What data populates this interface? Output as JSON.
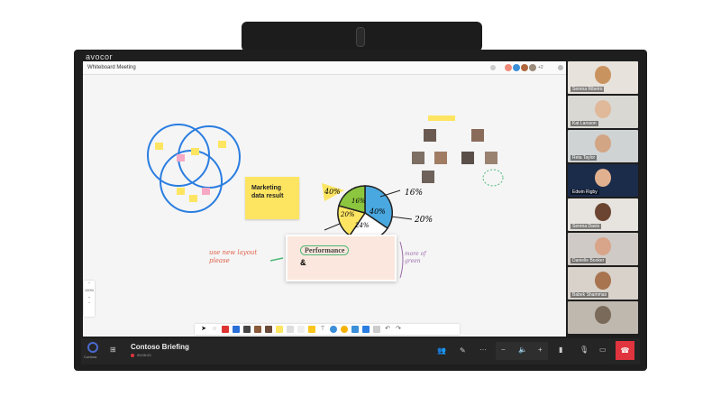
{
  "device": {
    "brand": "avocor"
  },
  "whiteboard": {
    "title": "Whiteboard Meeting",
    "extra_participants": "+2",
    "sticky_note": "Marketing data result",
    "pie_labels": [
      "40%",
      "16%",
      "20%",
      "24%",
      "40%"
    ],
    "outer_labels": [
      "16%",
      "20%"
    ],
    "card": {
      "heading": "Performance",
      "ampersand": "&"
    },
    "handwritten": [
      "use new layout please",
      "more of green"
    ],
    "zoom_level": "100%",
    "colors": {
      "sticky": "#fde562",
      "pie_green": "#8cc63f",
      "pie_blue": "#4aa8e0",
      "venn": "#2a7de1"
    }
  },
  "participants": [
    {
      "name": "Serena Ribeiro",
      "bg": "#e8e2dc",
      "face": "#c9935f"
    },
    {
      "name": "Kat Larsson",
      "bg": "#d9d8d2",
      "face": "#e0b89a"
    },
    {
      "name": "Reta Taylor",
      "bg": "#cfd3d4",
      "face": "#d2a585"
    },
    {
      "name": "Edwin Rigby",
      "bg": "#1b2b4a",
      "face": "#e1b08f"
    },
    {
      "name": "Serena Davis",
      "bg": "#e7e3de",
      "face": "#6b4531"
    },
    {
      "name": "Danielle Booker",
      "bg": "#cfcac6",
      "face": "#d9a58a"
    },
    {
      "name": "Babek Shammas",
      "bg": "#d8d2cb",
      "face": "#a8734f"
    },
    {
      "name": "",
      "bg": "#bfb8ae",
      "face": "#7a6a5a"
    }
  ],
  "call": {
    "assistant": "Cortana",
    "meeting_title": "Contoso Briefing",
    "duration": "00:05:20",
    "end_color": "#e0343e"
  }
}
